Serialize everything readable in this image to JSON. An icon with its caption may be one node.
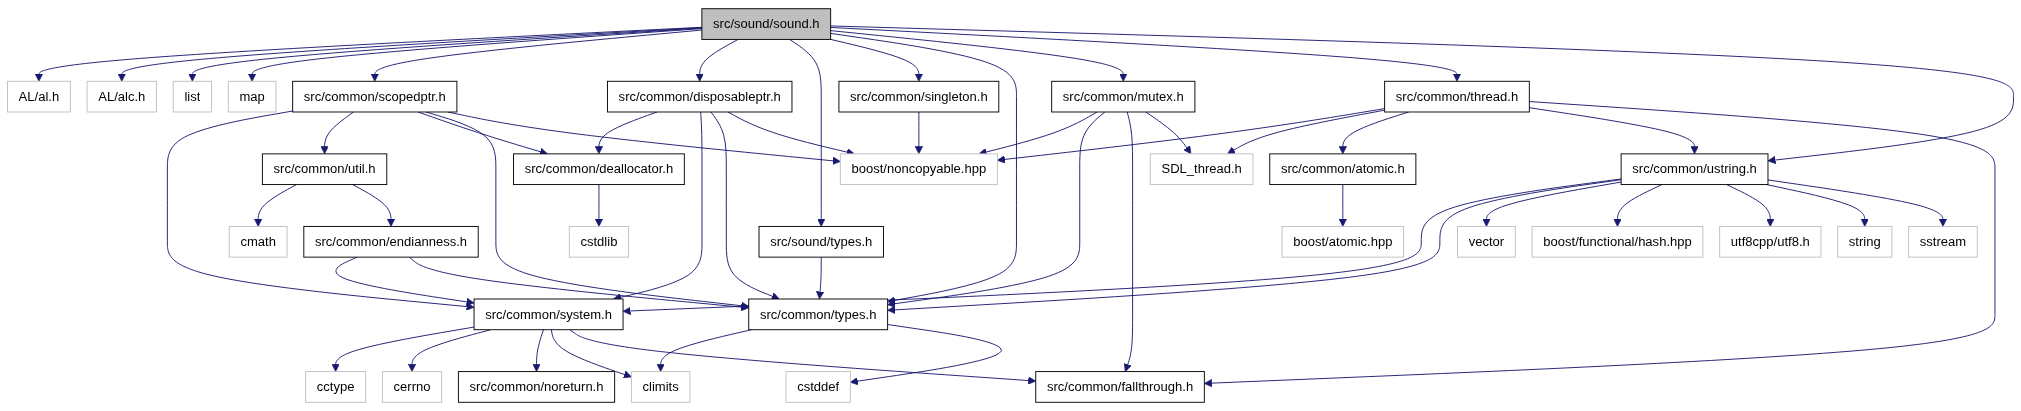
{
  "diagram": {
    "nodes": [
      {
        "text": [
          "src/sound/sound.h"
        ]
      },
      {
        "text": [
          "AL/al.h"
        ]
      },
      {
        "text": [
          "AL/alc.h"
        ]
      },
      {
        "text": [
          "list"
        ]
      },
      {
        "text": [
          "map"
        ]
      },
      {
        "text": [
          "src/common/scopedptr.h"
        ]
      },
      {
        "text": [
          "src/common/disposableptr.h"
        ]
      },
      {
        "text": [
          "src/common/singleton.h"
        ]
      },
      {
        "text": [
          "src/common/mutex.h"
        ]
      },
      {
        "text": [
          "src/common/thread.h"
        ]
      },
      {
        "text": [
          "src/common/util.h"
        ]
      },
      {
        "text": [
          "src/common/deallocator.h"
        ]
      },
      {
        "text": [
          "src/sound/types.h"
        ]
      },
      {
        "text": [
          "boost/noncopyable.hpp"
        ]
      },
      {
        "text": [
          "SDL_thread.h"
        ]
      },
      {
        "text": [
          "src/common/atomic.h"
        ]
      },
      {
        "text": [
          "src/common/ustring.h"
        ]
      },
      {
        "text": [
          "cmath"
        ]
      },
      {
        "text": [
          "src/common/endianness.h"
        ]
      },
      {
        "text": [
          "cstdlib"
        ]
      },
      {
        "text": [
          "boost/atomic.hpp"
        ]
      },
      {
        "text": [
          "vector"
        ]
      },
      {
        "text": [
          "boost/functional/hash.hpp"
        ]
      },
      {
        "text": [
          "utf8cpp/utf8.h"
        ]
      },
      {
        "text": [
          "string"
        ]
      },
      {
        "text": [
          "sstream"
        ]
      },
      {
        "text": [
          "src/common/system.h"
        ]
      },
      {
        "text": [
          "src/common/types.h"
        ]
      },
      {
        "text": [
          "cctype"
        ]
      },
      {
        "text": [
          "cerrno"
        ]
      },
      {
        "text": [
          "src/common/noreturn.h"
        ]
      },
      {
        "text": [
          "climits"
        ]
      },
      {
        "text": [
          "cstddef"
        ]
      },
      {
        "text": [
          "src/common/fallthrough.h"
        ]
      }
    ],
    "edges": [
      {
        "from": 0,
        "to": 1,
        "arrow": "to"
      },
      {
        "from": 0,
        "to": 2,
        "arrow": "to"
      },
      {
        "from": 0,
        "to": 3,
        "arrow": "to"
      },
      {
        "from": 0,
        "to": 4,
        "arrow": "to"
      },
      {
        "from": 0,
        "to": 5,
        "arrow": "to"
      },
      {
        "from": 0,
        "to": 6,
        "arrow": "to"
      },
      {
        "from": 0,
        "to": 12,
        "arrow": "to"
      },
      {
        "from": 0,
        "to": 7,
        "arrow": "to"
      },
      {
        "from": 0,
        "to": 27,
        "arrow": "to"
      },
      {
        "from": 0,
        "to": 8,
        "arrow": "to"
      },
      {
        "from": 0,
        "to": 9,
        "arrow": "to"
      },
      {
        "from": 0,
        "to": 16,
        "arrow": "to"
      },
      {
        "from": 5,
        "to": 26,
        "arrow": "to"
      },
      {
        "from": 5,
        "to": 10,
        "arrow": "to"
      },
      {
        "from": 5,
        "to": 11,
        "arrow": "to"
      },
      {
        "from": 5,
        "to": 27,
        "arrow": "to"
      },
      {
        "from": 5,
        "to": 13,
        "arrow": "to"
      },
      {
        "from": 6,
        "to": 11,
        "arrow": "to"
      },
      {
        "from": 6,
        "to": 26,
        "arrow": "to"
      },
      {
        "from": 6,
        "to": 27,
        "arrow": "to"
      },
      {
        "from": 6,
        "to": 13,
        "arrow": "to"
      },
      {
        "from": 7,
        "to": 13,
        "arrow": "to"
      },
      {
        "from": 8,
        "to": 13,
        "arrow": "to"
      },
      {
        "from": 8,
        "to": 27,
        "arrow": "to"
      },
      {
        "from": 8,
        "to": 33,
        "arrow": "to"
      },
      {
        "from": 8,
        "to": 14,
        "arrow": "to"
      },
      {
        "from": 9,
        "to": 13,
        "arrow": "to"
      },
      {
        "from": 9,
        "to": 14,
        "arrow": "to"
      },
      {
        "from": 9,
        "to": 15,
        "arrow": "to"
      },
      {
        "from": 9,
        "to": 16,
        "arrow": "to"
      },
      {
        "from": 9,
        "to": 33,
        "arrow": "to"
      },
      {
        "from": 10,
        "to": 17,
        "arrow": "to"
      },
      {
        "from": 10,
        "to": 18,
        "arrow": "to"
      },
      {
        "from": 11,
        "to": 19,
        "arrow": "to"
      },
      {
        "from": 12,
        "to": 27,
        "arrow": "to"
      },
      {
        "from": 15,
        "to": 20,
        "arrow": "to"
      },
      {
        "from": 16,
        "to": 26,
        "arrow": "to"
      },
      {
        "from": 16,
        "to": 27,
        "arrow": "to"
      },
      {
        "from": 16,
        "to": 21,
        "arrow": "to"
      },
      {
        "from": 16,
        "to": 22,
        "arrow": "to"
      },
      {
        "from": 16,
        "to": 23,
        "arrow": "to"
      },
      {
        "from": 16,
        "to": 24,
        "arrow": "to"
      },
      {
        "from": 16,
        "to": 25,
        "arrow": "to"
      },
      {
        "from": 18,
        "to": 26,
        "arrow": "to"
      },
      {
        "from": 18,
        "to": 27,
        "arrow": "to"
      },
      {
        "from": 26,
        "to": 28,
        "arrow": "to"
      },
      {
        "from": 26,
        "to": 29,
        "arrow": "to"
      },
      {
        "from": 26,
        "to": 30,
        "arrow": "to"
      },
      {
        "from": 26,
        "to": 31,
        "arrow": "to"
      },
      {
        "from": 26,
        "to": 33,
        "arrow": "to"
      },
      {
        "from": 27,
        "to": 31,
        "arrow": "to"
      },
      {
        "from": 27,
        "to": 32,
        "arrow": "to"
      }
    ]
  }
}
